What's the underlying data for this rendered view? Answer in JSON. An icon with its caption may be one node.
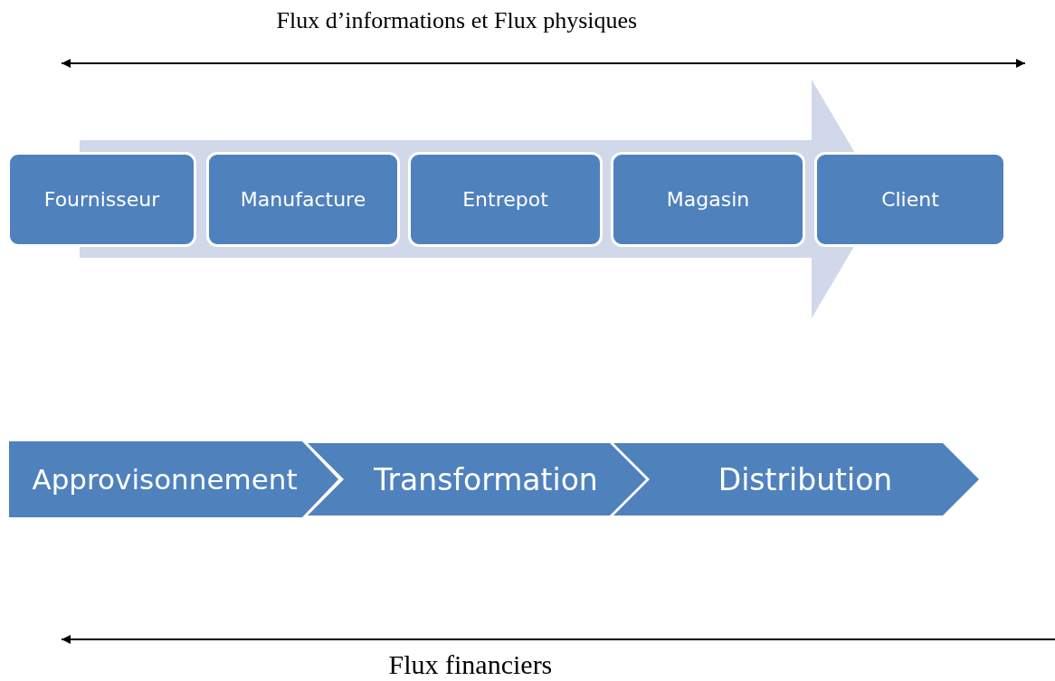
{
  "diagram": {
    "nodes": [
      {
        "text": [
          "Fournisseur"
        ]
      },
      {
        "text": [
          "Manufacture"
        ]
      },
      {
        "text": [
          "Entrepot"
        ]
      },
      {
        "text": [
          "Magasin"
        ]
      },
      {
        "text": [
          "Client"
        ]
      },
      {
        "text": [
          "Approvisonnement"
        ]
      },
      {
        "text": [
          "Transformation"
        ]
      },
      {
        "text": [
          "Distribution"
        ]
      }
    ],
    "labels": [
      "Flux d’informations et Flux physiques",
      "Flux financiers"
    ]
  }
}
